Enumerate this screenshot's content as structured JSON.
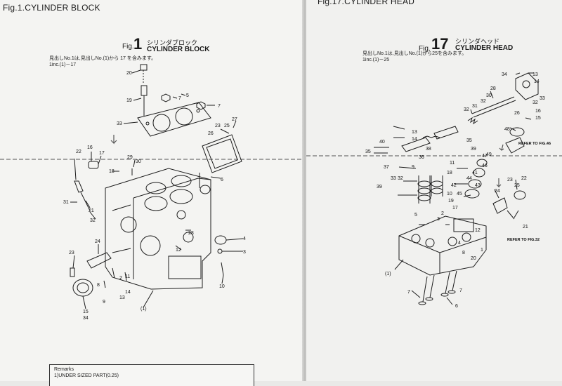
{
  "left": {
    "header": "Fig.1.CYLINDER BLOCK",
    "fig_prefix": "Fig.",
    "fig_number": "1",
    "title_jp": "シリンダブロック",
    "title_en": "CYLINDER BLOCK",
    "note_line1": "見出しNo.1は,見出しNo.(1)から 17 を含みます。",
    "note_line2": "1inc.(1)－17",
    "callouts": [
      "20",
      "19",
      "7",
      "5",
      "7",
      "33",
      "26",
      "25",
      "27",
      "23",
      "16",
      "17",
      "18",
      "29",
      "30",
      "22",
      "6",
      "21",
      "31",
      "32",
      "28",
      "12",
      "8",
      "4",
      "3",
      "24",
      "23",
      "9",
      "2",
      "11",
      "14",
      "13",
      "15",
      "34",
      "10",
      "(1)"
    ]
  },
  "right": {
    "header": "Fig.17.CYLINDER HEAD",
    "fig_prefix": "Fig.",
    "fig_number": "17",
    "title_jp": "シリンダヘッド",
    "title_en": "CYLINDER HEAD",
    "note_line1": "見出しNo.1は,見出しNo.(1)から25を含みます。",
    "note_line2": "1inc.(1)－25",
    "refer_top": "REFER TO FIG.46",
    "refer_bottom": "REFER TO FIG.32",
    "callouts": [
      "34",
      "13",
      "14",
      "33",
      "32",
      "28",
      "30",
      "31",
      "32",
      "26",
      "16",
      "15",
      "48",
      "13",
      "14",
      "38",
      "36",
      "35",
      "40",
      "37",
      "39",
      "35",
      "11",
      "9",
      "18",
      "10",
      "19",
      "32",
      "33",
      "47",
      "46",
      "41",
      "44",
      "43",
      "42",
      "45",
      "49",
      "24",
      "23",
      "22",
      "25",
      "17",
      "5",
      "3",
      "2",
      "21",
      "20",
      "1",
      "(1)",
      "7",
      "6",
      "7",
      "4",
      "8",
      "12"
    ]
  },
  "remarks": {
    "title": "Remarks",
    "line1": "1)UNDER SIZED PART(0.25)"
  }
}
